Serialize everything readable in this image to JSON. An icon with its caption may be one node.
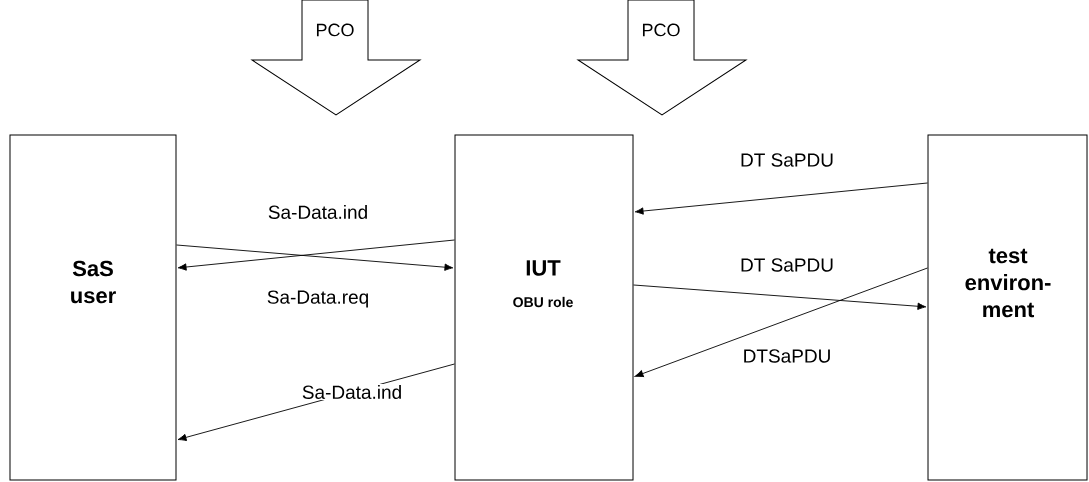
{
  "diagram": {
    "nodes": [
      {
        "text": [
          "PCO"
        ]
      },
      {
        "text": [
          "PCO"
        ]
      },
      {
        "text": [
          "SaS user"
        ]
      },
      {
        "text": [
          "IUT",
          "OBU role"
        ]
      },
      {
        "text": [
          "test environ-ment"
        ]
      }
    ],
    "edges": [
      {
        "from": 3,
        "to": 2,
        "arrow": "to",
        "label": "Sa-Data.ind"
      },
      {
        "from": 2,
        "to": 3,
        "arrow": "to",
        "label": "Sa-Data.req"
      },
      {
        "from": 3,
        "to": 2,
        "arrow": "to",
        "label": "Sa-Data.ind"
      },
      {
        "from": 4,
        "to": 3,
        "arrow": "to",
        "label": "DT SaPDU"
      },
      {
        "from": 3,
        "to": 4,
        "arrow": "to",
        "label": "DT SaPDU"
      },
      {
        "from": 4,
        "to": 3,
        "arrow": "to",
        "label": "DTSaPDU"
      }
    ]
  }
}
